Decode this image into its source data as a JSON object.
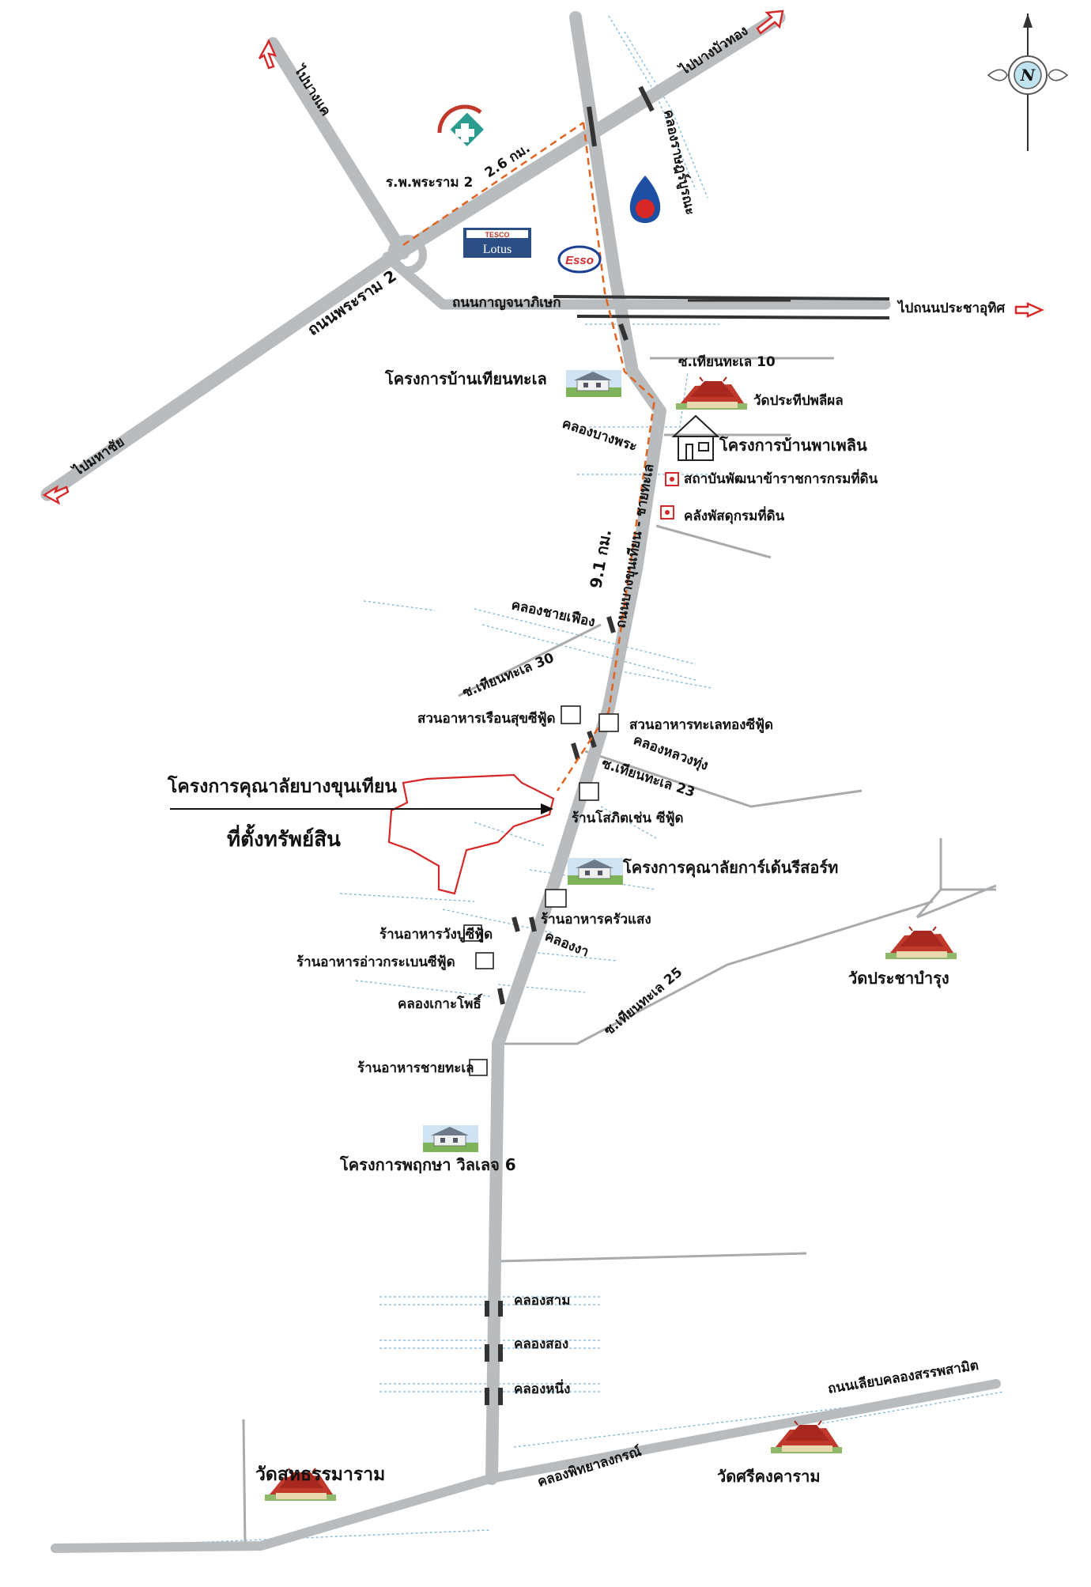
{
  "colors": {
    "road": "#b9bcbf",
    "route": "#e2631f",
    "site": "#d62828",
    "canal": "#7fb7d9",
    "arrow": "#d62828"
  },
  "compass": {
    "letter": "N"
  },
  "labels": {
    "to_bangbuathong": "ไปบางบัวทอง",
    "to_bangkhae": "ไปบางแค",
    "khlong_rat_burana": "คลองราษฎร์บูรณะ",
    "hospital": "ร.พ.พระราม 2",
    "dist_26": "2.6 กม.",
    "tesco_top": "TESCO",
    "tesco_bottom": "Lotus",
    "esso": "Esso",
    "rama2_road": "ถนนพระราม 2",
    "kanchanaphisek_road": "ถนนกาญจนาภิเษก",
    "to_pracha_uthit": "ไปถนนประชาอุทิศ",
    "to_mahachai": "ไปมหาชัย",
    "soi_tian_talay_10": "ซ.เทียนทะเล 10",
    "ban_tian_talay": "โครงการบ้านเทียนทะเล",
    "wat_prateep": "วัดประทีปพลีผล",
    "khlong_bang_pho": "คลองบางพระ",
    "ban_phapenin": "โครงการบ้านพาเพลิน",
    "land_institute": "สถาบันพัฒนาข้าราชการกรมที่ดิน",
    "land_warehouse": "คลังพัสดุกรมที่ดิน",
    "dist_91": "9.1 กม.",
    "main_road": "ถนนบางขุนเทียน - ชายทะเล",
    "khlong_ai_tiao": "คลองชายเฟือง",
    "soi_tian_talay_30": "ซ.เทียนทะเล 30",
    "restaurant_rueang": "สวนอาหารเรือนสุขซีฟู้ด",
    "restaurant_thale_thong": "สวนอาหารทะเลทองซีฟู้ด",
    "khlong_luang_thung": "คลองหลวงทุ่ง",
    "soi_tian_talay_23": "ซ.เทียนทะเล 23",
    "site_project": "โครงการคุณาลัยบางขุนเทียน",
    "site_location": "ที่ตั้งทรัพย์สิน",
    "shop_sobhit": "ร้านโสภิตเช่น ซีฟู้ด",
    "kunalai_garden": "โครงการคุณาลัยการ์เด้นรีสอร์ท",
    "restaurant_khrua_saeng": "ร้านอาหารครัวแสง",
    "restaurant_wang_pu": "ร้านอาหารวังปูซีฟู้ด",
    "restaurant_khao_krabin": "ร้านอาหารอ่าวกระเบนซีฟู้ด",
    "khlong_nga": "คลองงา",
    "wat_pracha_bamrung": "วัดประชาบำรุง",
    "khlong_ko_pho": "คลองเกาะโพธิ์",
    "soi_tian_talay_25": "ซ.เทียนทะเล 25",
    "restaurant_chai_thale": "ร้านอาหารชายทะเล",
    "pruksa_project": "โครงการพฤกษา วิลเลจ 6",
    "khlong_sam": "คลองสาม",
    "khlong_song": "คลองสอง",
    "khlong_nueng": "คลองหนึ่ง",
    "liap_khlong_road": "ถนนเลียบคลองสรรพสามิต",
    "wat_sahatham": "วัดสหธรรมาราม",
    "khlong_phittayalongkon": "คลองพิทยาลงกรณ์",
    "wat_sri_khong": "วัดศรีคงคาราม"
  }
}
